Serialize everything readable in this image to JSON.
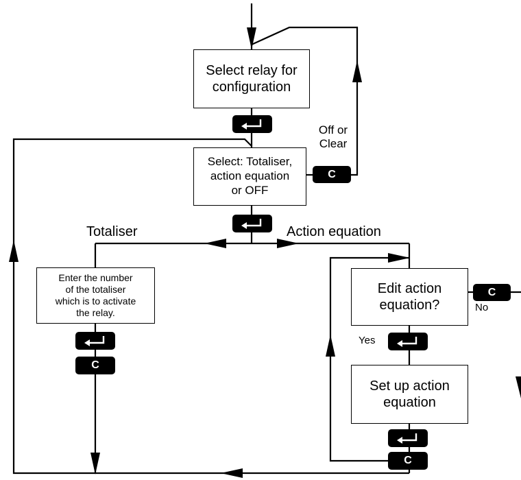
{
  "boxes": {
    "select_relay": "Select relay for\nconfiguration",
    "select_type": "Select:  Totaliser,\naction equation\nor OFF",
    "enter_totaliser": "Enter the number\nof the totaliser\nwhich is to activate\nthe relay.",
    "edit_action": "Edit action\nequation?",
    "setup_action": "Set up action\nequation"
  },
  "labels": {
    "off_or_clear": "Off or\nClear",
    "totaliser": "Totaliser",
    "action_equation": "Action equation",
    "yes": "Yes",
    "no": "No"
  },
  "keys": {
    "clear": "C"
  },
  "icons": {
    "enter_key": "enter-key-icon",
    "clear_key": "clear-key-icon"
  },
  "colors": {
    "line": "#000000",
    "key_fill": "#000000",
    "key_text": "#ffffff"
  }
}
